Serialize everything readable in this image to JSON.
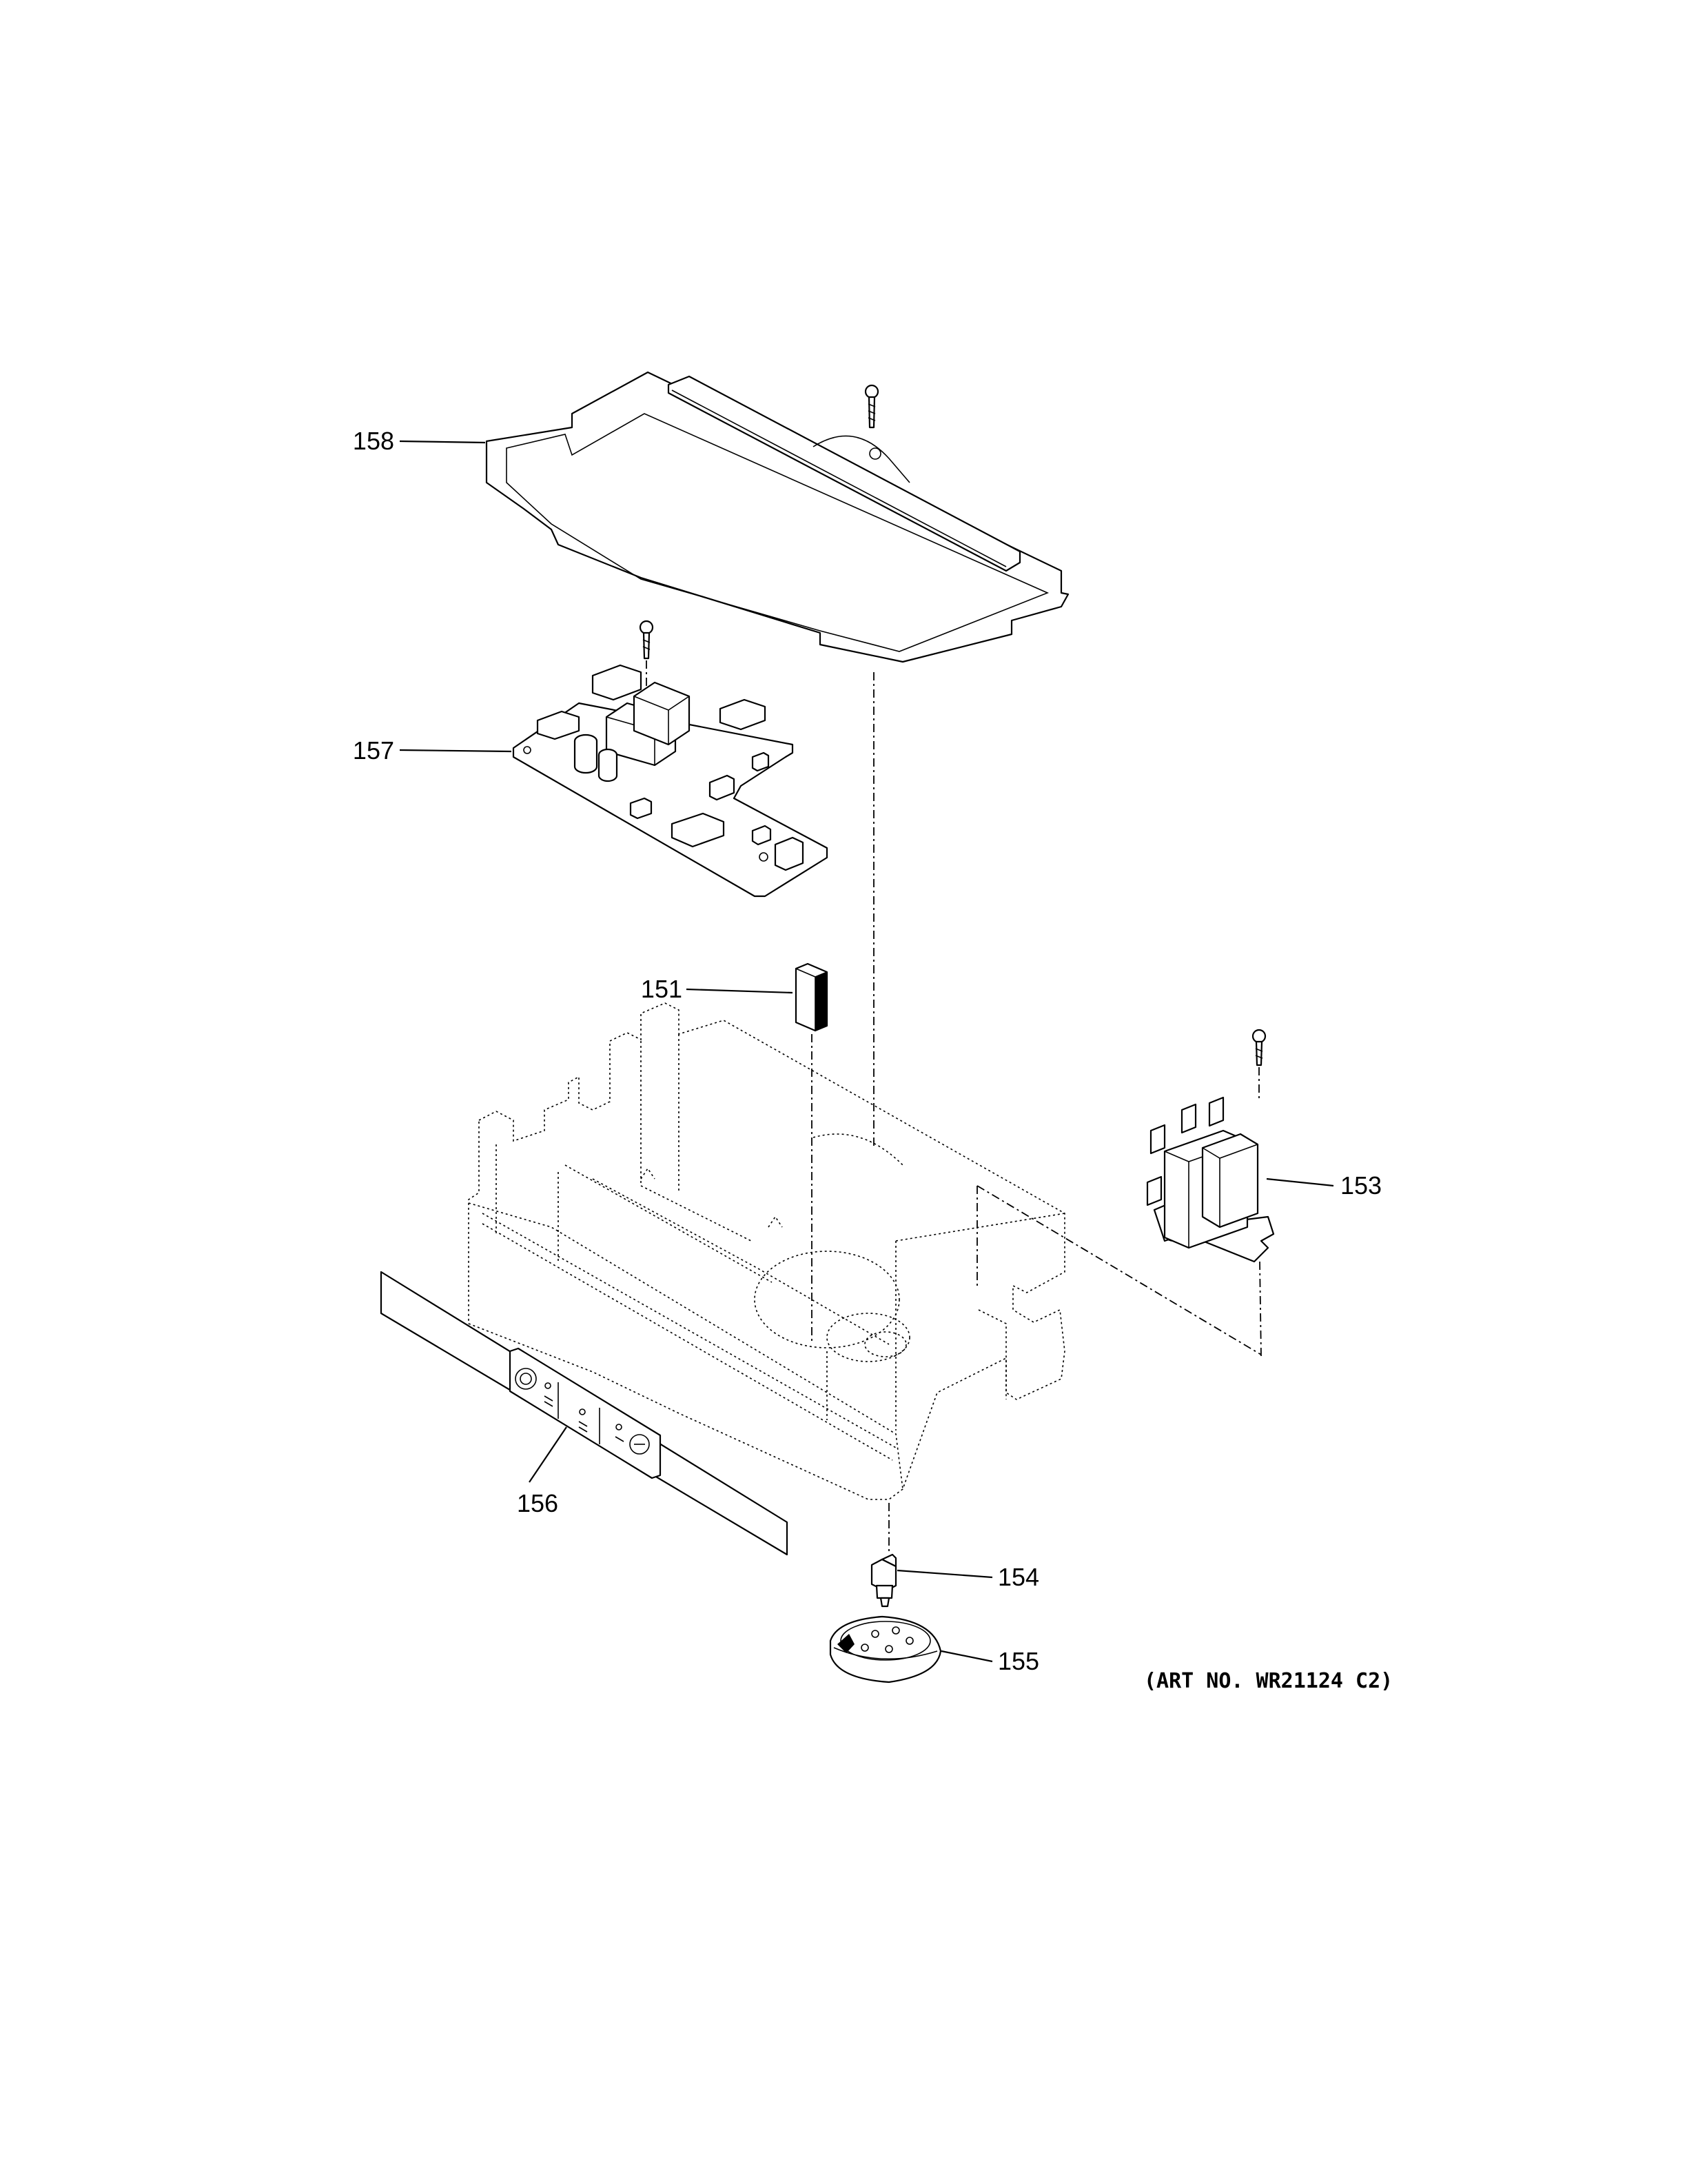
{
  "parts": [
    {
      "id": "p158",
      "number": "158"
    },
    {
      "id": "p157",
      "number": "157"
    },
    {
      "id": "p151",
      "number": "151"
    },
    {
      "id": "p153",
      "number": "153"
    },
    {
      "id": "p156",
      "number": "156"
    },
    {
      "id": "p154",
      "number": "154"
    },
    {
      "id": "p155",
      "number": "155"
    }
  ],
  "art_number": "(ART NO. WR21124 C2)"
}
